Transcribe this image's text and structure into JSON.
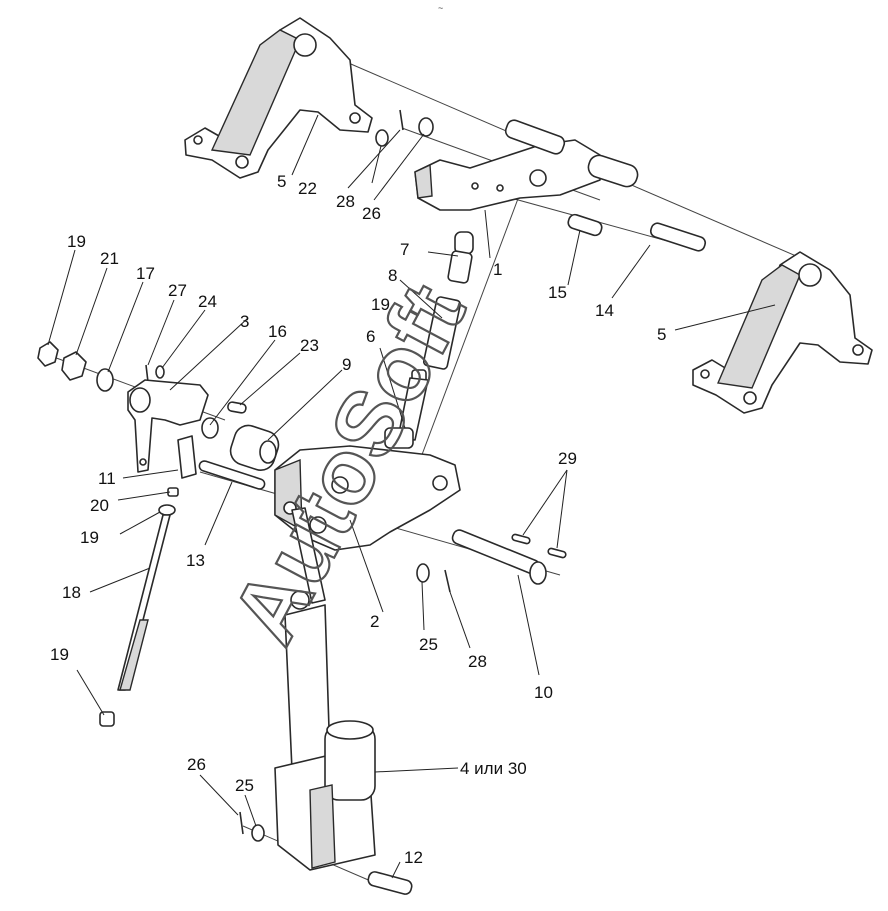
{
  "top_mark": "~",
  "watermark": "AutoSoft",
  "callouts": [
    {
      "id": "c1",
      "text": "1"
    },
    {
      "id": "c2",
      "text": "2"
    },
    {
      "id": "c3",
      "text": "3"
    },
    {
      "id": "c4",
      "text": "4 или 30"
    },
    {
      "id": "c5a",
      "text": "5"
    },
    {
      "id": "c5b",
      "text": "5"
    },
    {
      "id": "c6",
      "text": "6"
    },
    {
      "id": "c7",
      "text": "7"
    },
    {
      "id": "c8",
      "text": "8"
    },
    {
      "id": "c9",
      "text": "9"
    },
    {
      "id": "c10",
      "text": "10"
    },
    {
      "id": "c11",
      "text": "11"
    },
    {
      "id": "c12",
      "text": "12"
    },
    {
      "id": "c13",
      "text": "13"
    },
    {
      "id": "c14",
      "text": "14"
    },
    {
      "id": "c15",
      "text": "15"
    },
    {
      "id": "c16",
      "text": "16"
    },
    {
      "id": "c17",
      "text": "17"
    },
    {
      "id": "c18",
      "text": "18"
    },
    {
      "id": "c19a",
      "text": "19"
    },
    {
      "id": "c19b",
      "text": "19"
    },
    {
      "id": "c19c",
      "text": "19"
    },
    {
      "id": "c19d",
      "text": "19"
    },
    {
      "id": "c20",
      "text": "20"
    },
    {
      "id": "c21",
      "text": "21"
    },
    {
      "id": "c22",
      "text": "22"
    },
    {
      "id": "c23",
      "text": "23"
    },
    {
      "id": "c24",
      "text": "24"
    },
    {
      "id": "c25a",
      "text": "25"
    },
    {
      "id": "c25b",
      "text": "25"
    },
    {
      "id": "c26a",
      "text": "26"
    },
    {
      "id": "c26b",
      "text": "26"
    },
    {
      "id": "c27",
      "text": "27"
    },
    {
      "id": "c28a",
      "text": "28"
    },
    {
      "id": "c28b",
      "text": "28"
    },
    {
      "id": "c29",
      "text": "29"
    }
  ]
}
